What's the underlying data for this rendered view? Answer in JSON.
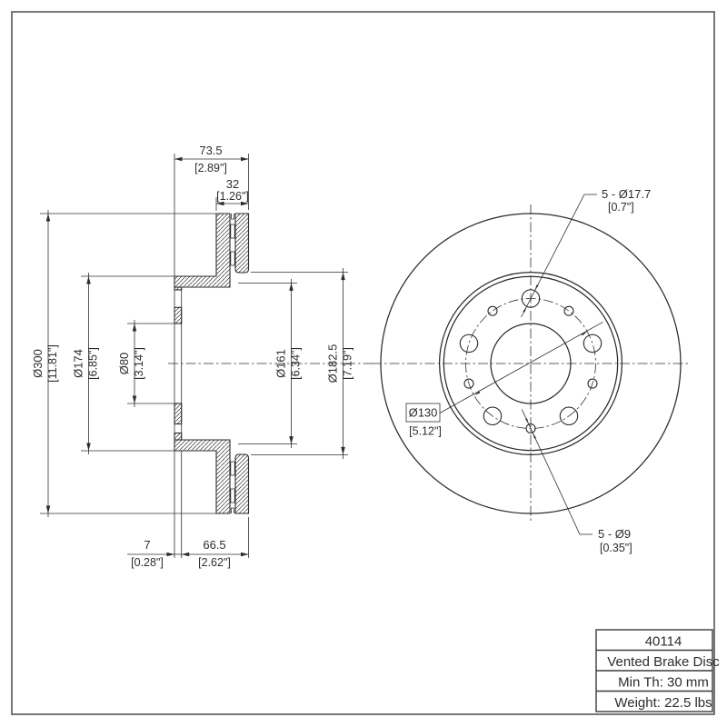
{
  "drawing": {
    "section_view": {
      "dims": {
        "total_width": {
          "mm": "73.5",
          "in": "[2.89\"]"
        },
        "disc_thickness": {
          "mm": "32",
          "in": "[1.26\"]"
        },
        "outer_dia": {
          "mm": "Ø300",
          "in": "[11.81\"]"
        },
        "hat_dia": {
          "mm": "Ø174",
          "in": "[6.85\"]"
        },
        "bore_dia": {
          "mm": "Ø80",
          "in": "[3.14\"]"
        },
        "vent_inner_dia": {
          "mm": "Ø161",
          "in": "[6.34\"]"
        },
        "friction_inner_dia": {
          "mm": "Ø182.5",
          "in": "[7.19\"]"
        },
        "hat_wall": {
          "mm": "7",
          "in": "[0.28\"]"
        },
        "hat_depth": {
          "mm": "66.5",
          "in": "[2.62\"]"
        }
      }
    },
    "front_view": {
      "callouts": {
        "bolt_holes": {
          "label": "5 - Ø17.7",
          "inch": "[0.7\"]"
        },
        "bolt_circle": {
          "label": "Ø130",
          "inch": "[5.12\"]"
        },
        "air_holes": {
          "label": "5 - Ø9",
          "inch": "[0.35\"]"
        }
      }
    },
    "title_block": {
      "part_number": "40114",
      "description": "Vented Brake Disc",
      "min_thickness": "Min Th: 30 mm",
      "weight": "Weight: 22.5 lbs"
    },
    "colors": {
      "line": "#2b2b2b",
      "background": "#ffffff"
    }
  }
}
